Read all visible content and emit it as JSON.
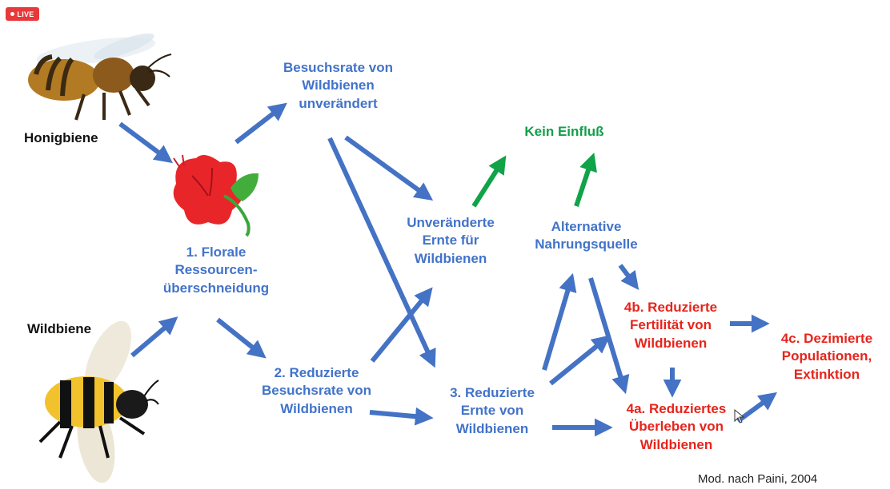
{
  "badge": {
    "live": "LIVE"
  },
  "labels": {
    "honeybee": "Honigbiene",
    "wildbee": "Wildbiene",
    "node1": [
      "1. Florale",
      "Ressourcen-",
      "überschneidung"
    ],
    "node_visit_unchanged": [
      "Besuchsrate von",
      "Wildbienen",
      "unverändert"
    ],
    "node2": [
      "2. Reduzierte",
      "Besuchsrate von",
      "Wildbienen"
    ],
    "node_harvest_unchanged": [
      "Unveränderte",
      "Ernte für",
      "Wildbienen"
    ],
    "node3": [
      "3. Reduzierte",
      "Ernte von",
      "Wildbienen"
    ],
    "node_no_effect": "Kein Einfluß",
    "node_alt_food": [
      "Alternative",
      "Nahrungsquelle"
    ],
    "node4b": [
      "4b. Reduzierte",
      "Fertilität von",
      "Wildbienen"
    ],
    "node4a": [
      "4a. Reduziertes",
      "Überleben von",
      "Wildbienen"
    ],
    "node4c": [
      "4c. Dezimierte",
      "Populationen,",
      "Extinktion"
    ]
  },
  "credit": "Mod. nach Paini, 2004",
  "colors": {
    "blue": "#4273c9",
    "green": "#12a04a",
    "red": "#e7241b",
    "arrow_blue": "#4472c4",
    "arrow_green": "#10a348"
  }
}
